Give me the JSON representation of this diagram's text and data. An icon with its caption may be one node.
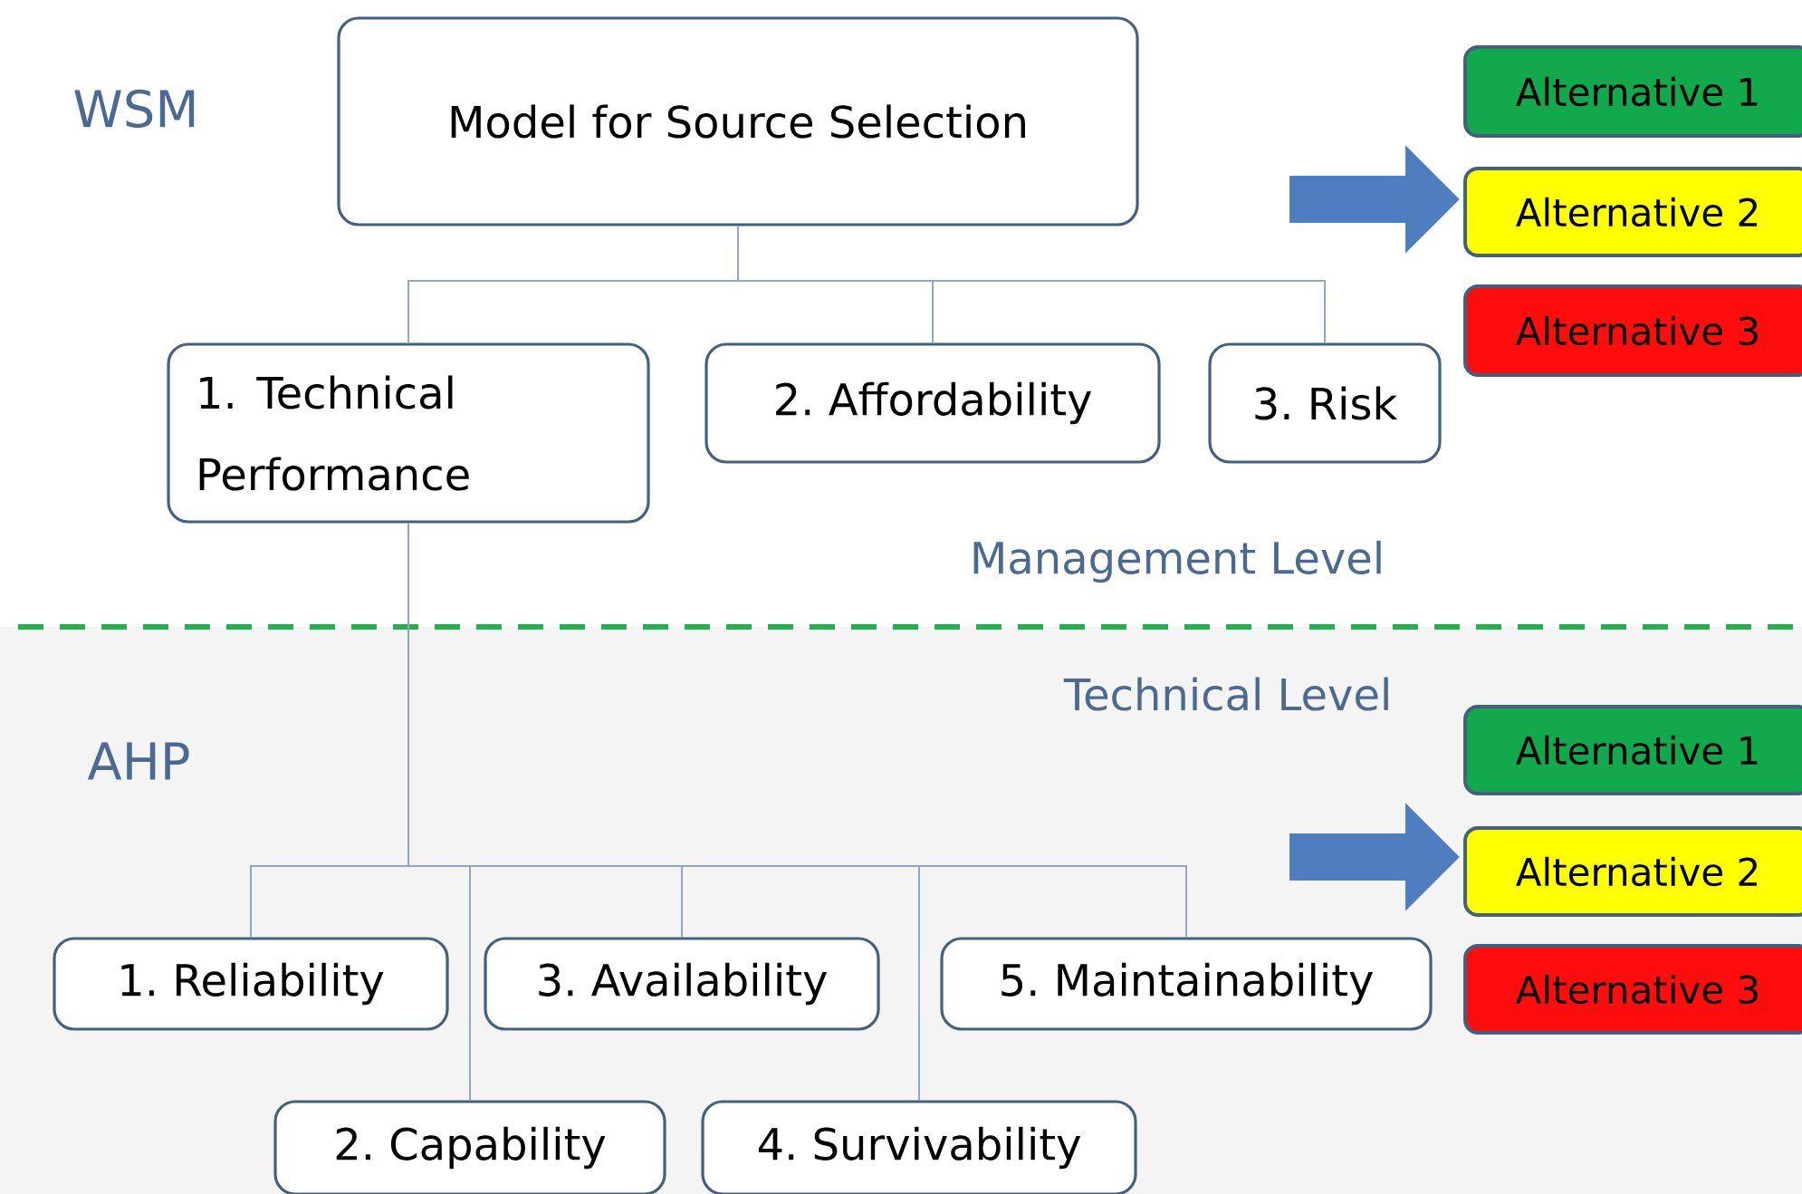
{
  "diagram": {
    "nodes": [
      {
        "text": [
          "Model for Source Selection"
        ]
      },
      {
        "text": [
          "1. Technical Performance"
        ]
      },
      {
        "text": [
          "2. Affordability"
        ]
      },
      {
        "text": [
          "3. Risk"
        ]
      },
      {
        "text": [
          "1. Reliability"
        ]
      },
      {
        "text": [
          "3. Availability"
        ]
      },
      {
        "text": [
          "5. Maintainability"
        ]
      },
      {
        "text": [
          "2. Capability"
        ]
      },
      {
        "text": [
          "4. Survivability"
        ]
      },
      {
        "text": [
          "Alternative 1"
        ]
      },
      {
        "text": [
          "Alternative 2"
        ]
      },
      {
        "text": [
          "Alternative 3"
        ]
      },
      {
        "text": [
          "Alternative 1"
        ]
      },
      {
        "text": [
          "Alternative 2"
        ]
      },
      {
        "text": [
          "Alternative 3"
        ]
      }
    ],
    "edges": [
      {
        "from": 0,
        "to": 1,
        "arrow": "none"
      },
      {
        "from": 0,
        "to": 2,
        "arrow": "none"
      },
      {
        "from": 0,
        "to": 3,
        "arrow": "none"
      },
      {
        "from": 1,
        "to": 4,
        "arrow": "none"
      },
      {
        "from": 1,
        "to": 7,
        "arrow": "none"
      },
      {
        "from": 1,
        "to": 5,
        "arrow": "none"
      },
      {
        "from": 1,
        "to": 8,
        "arrow": "none"
      },
      {
        "from": 1,
        "to": 6,
        "arrow": "none"
      },
      {
        "from": null,
        "to": 10,
        "arrow": "to",
        "style": "thick"
      },
      {
        "from": null,
        "to": 13,
        "arrow": "to",
        "style": "thick"
      }
    ],
    "labels": [
      "WSM",
      "Management Level",
      "Technical Level",
      "AHP"
    ]
  }
}
